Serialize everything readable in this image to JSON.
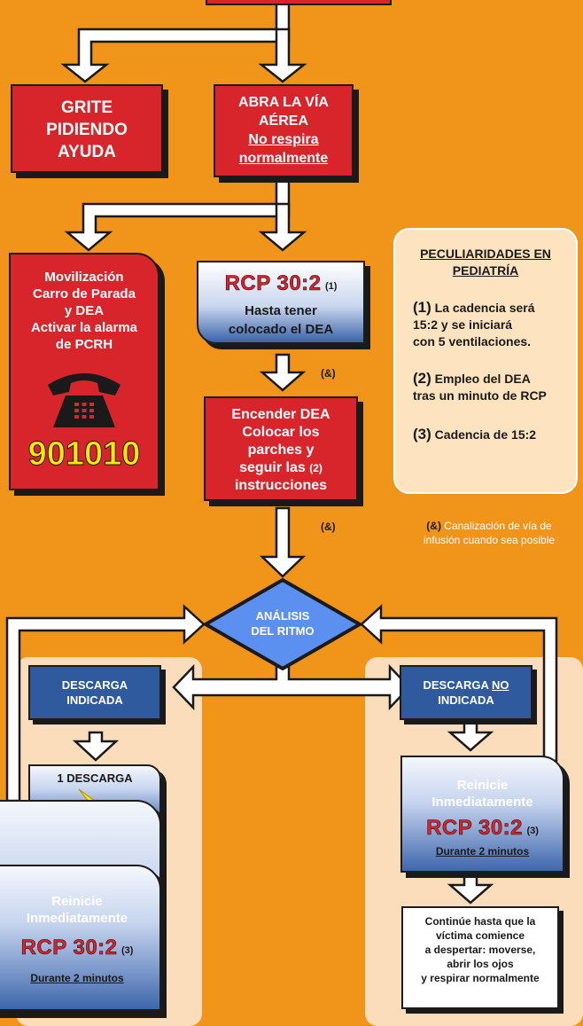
{
  "boxes": {
    "grite": {
      "lines": [
        "GRITE",
        "PIDIENDO",
        "AYUDA"
      ]
    },
    "abra": {
      "line1": "ABRA LA VÍA",
      "line2": "AÉREA",
      "line3": "No respira",
      "line4": "normalmente"
    },
    "movilizacion": {
      "lines": [
        "Movilización",
        "Carro de Parada",
        "y DEA",
        "Activar la alarma",
        "de PCRH"
      ],
      "phone_icon": "telephone-icon",
      "phone_number": "901010"
    },
    "rcp_top": {
      "rcp": "RCP 30:2",
      "ref": "(1)",
      "line1": "Hasta tener",
      "line2": "colocado el DEA"
    },
    "encender": {
      "line1": "Encender DEA",
      "line2": "Colocar los",
      "line3": "parches y",
      "line4": "seguir las",
      "ref": "(2)",
      "line5": "instrucciones"
    },
    "analisis": {
      "line1": "ANÁLISIS",
      "line2": "DEL RITMO"
    },
    "descarga": {
      "line1": "DESCARGA",
      "line2": "INDICADA"
    },
    "descarga_no": {
      "line1a": "DESCARGA ",
      "line1b": "NO",
      "line2": "INDICADA"
    },
    "una_descarga": {
      "label": "1 DESCARGA",
      "icon": "lightning-icon"
    },
    "reinicie_left": {
      "line1": "Reinicie",
      "line2": "Inmediatamente",
      "rcp": "RCP 30:2",
      "ref": "(3)",
      "duration": "Durante 2 minutos"
    },
    "reinicie_right": {
      "line1": "Reinicie",
      "line2": "Inmediatamente",
      "rcp": "RCP 30:2",
      "ref": "(3)",
      "duration": "Durante 2 minutos"
    },
    "continue": {
      "lines": [
        "Continúe hasta que la",
        "víctima comience",
        "a despertar: moverse,",
        "abrir los ojos",
        "y respirar normalmente"
      ]
    }
  },
  "notes": {
    "amp1": "(&)",
    "amp2": "(&)"
  },
  "pediatria": {
    "title1": "PECULIARIDADES EN",
    "title2": "PEDIATRÍA",
    "items": [
      {
        "num": "(1)",
        "lines": [
          " La cadencia será",
          "15:2 y se iniciará",
          "con 5 ventilaciones."
        ]
      },
      {
        "num": "(2)",
        "lines": [
          " Empleo del DEA",
          "tras un minuto de RCP"
        ]
      },
      {
        "num": "(3)",
        "lines": [
          " Cadencia de 15:2"
        ]
      }
    ]
  },
  "footnote": {
    "mark": "(&)",
    "line1": " Canalización de vía de",
    "line2": "infusión cuando sea posible"
  },
  "colors": {
    "background": "#f0941a",
    "red": "#d8252b",
    "blue": "#2f5a9e",
    "panel": "#fbdcbb",
    "rcp": "#e0202a"
  }
}
